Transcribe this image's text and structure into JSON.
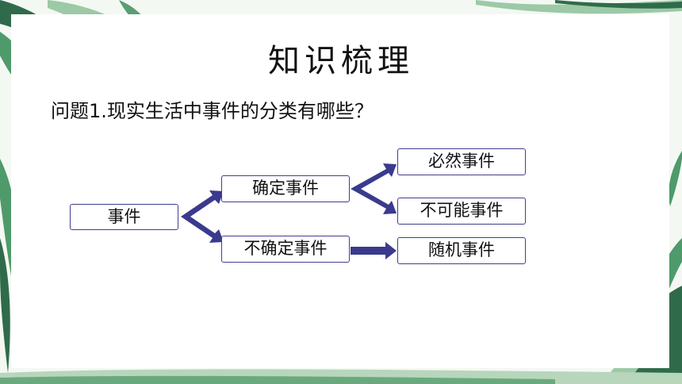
{
  "slide": {
    "title": "知识梳理",
    "question": "问题1.现实生活中事件的分类有哪些？"
  },
  "diagram": {
    "root": "事件",
    "certain": "确定事件",
    "uncertain": "不确定事件",
    "necessary": "必然事件",
    "impossible": "不可能事件",
    "random": "随机事件"
  },
  "colors": {
    "arrow": "#3a3a8e",
    "box_border": "#3f3f8c",
    "leaf_dark": "#2f6b4a",
    "leaf_mid": "#4f9a6a",
    "leaf_light": "#9cc9a6"
  }
}
